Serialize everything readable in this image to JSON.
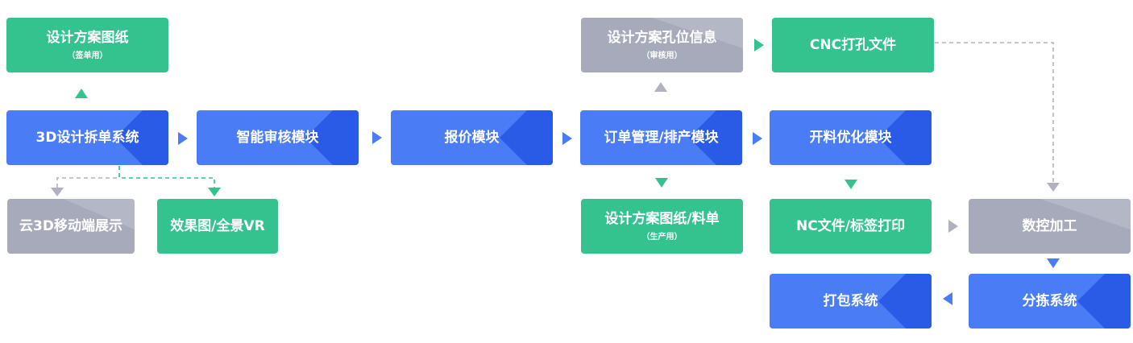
{
  "colors": {
    "green": "#34c38f",
    "grey": "#a6aabb",
    "blue": "#4a7cf6",
    "blue_dark": "#2a5be6",
    "line_grey": "#b0b3bf"
  },
  "nodes": {
    "design_drawing_sign": {
      "label": "设计方案图纸",
      "sub": "（签单用）"
    },
    "split_system": {
      "label": "3D设计拆单系统"
    },
    "review_module": {
      "label": "智能审核模块"
    },
    "quote_module": {
      "label": "报价模块"
    },
    "order_module": {
      "label": "订单管理/排产模块"
    },
    "cutting_module": {
      "label": "开料优化模块"
    },
    "cloud_3d": {
      "label": "云3D移动端展示"
    },
    "render_vr": {
      "label": "效果图/全景VR"
    },
    "hole_info": {
      "label": "设计方案孔位信息",
      "sub": "（审核用）"
    },
    "cnc_file": {
      "label": "CNC打孔文件"
    },
    "design_drawing_production": {
      "label": "设计方案图纸/料单",
      "sub": "（生产用）"
    },
    "nc_file": {
      "label": "NC文件/标签打印"
    },
    "cnc_machining": {
      "label": "数控加工"
    },
    "sorting_system": {
      "label": "分拣系统"
    },
    "packing_system": {
      "label": "打包系统"
    }
  }
}
